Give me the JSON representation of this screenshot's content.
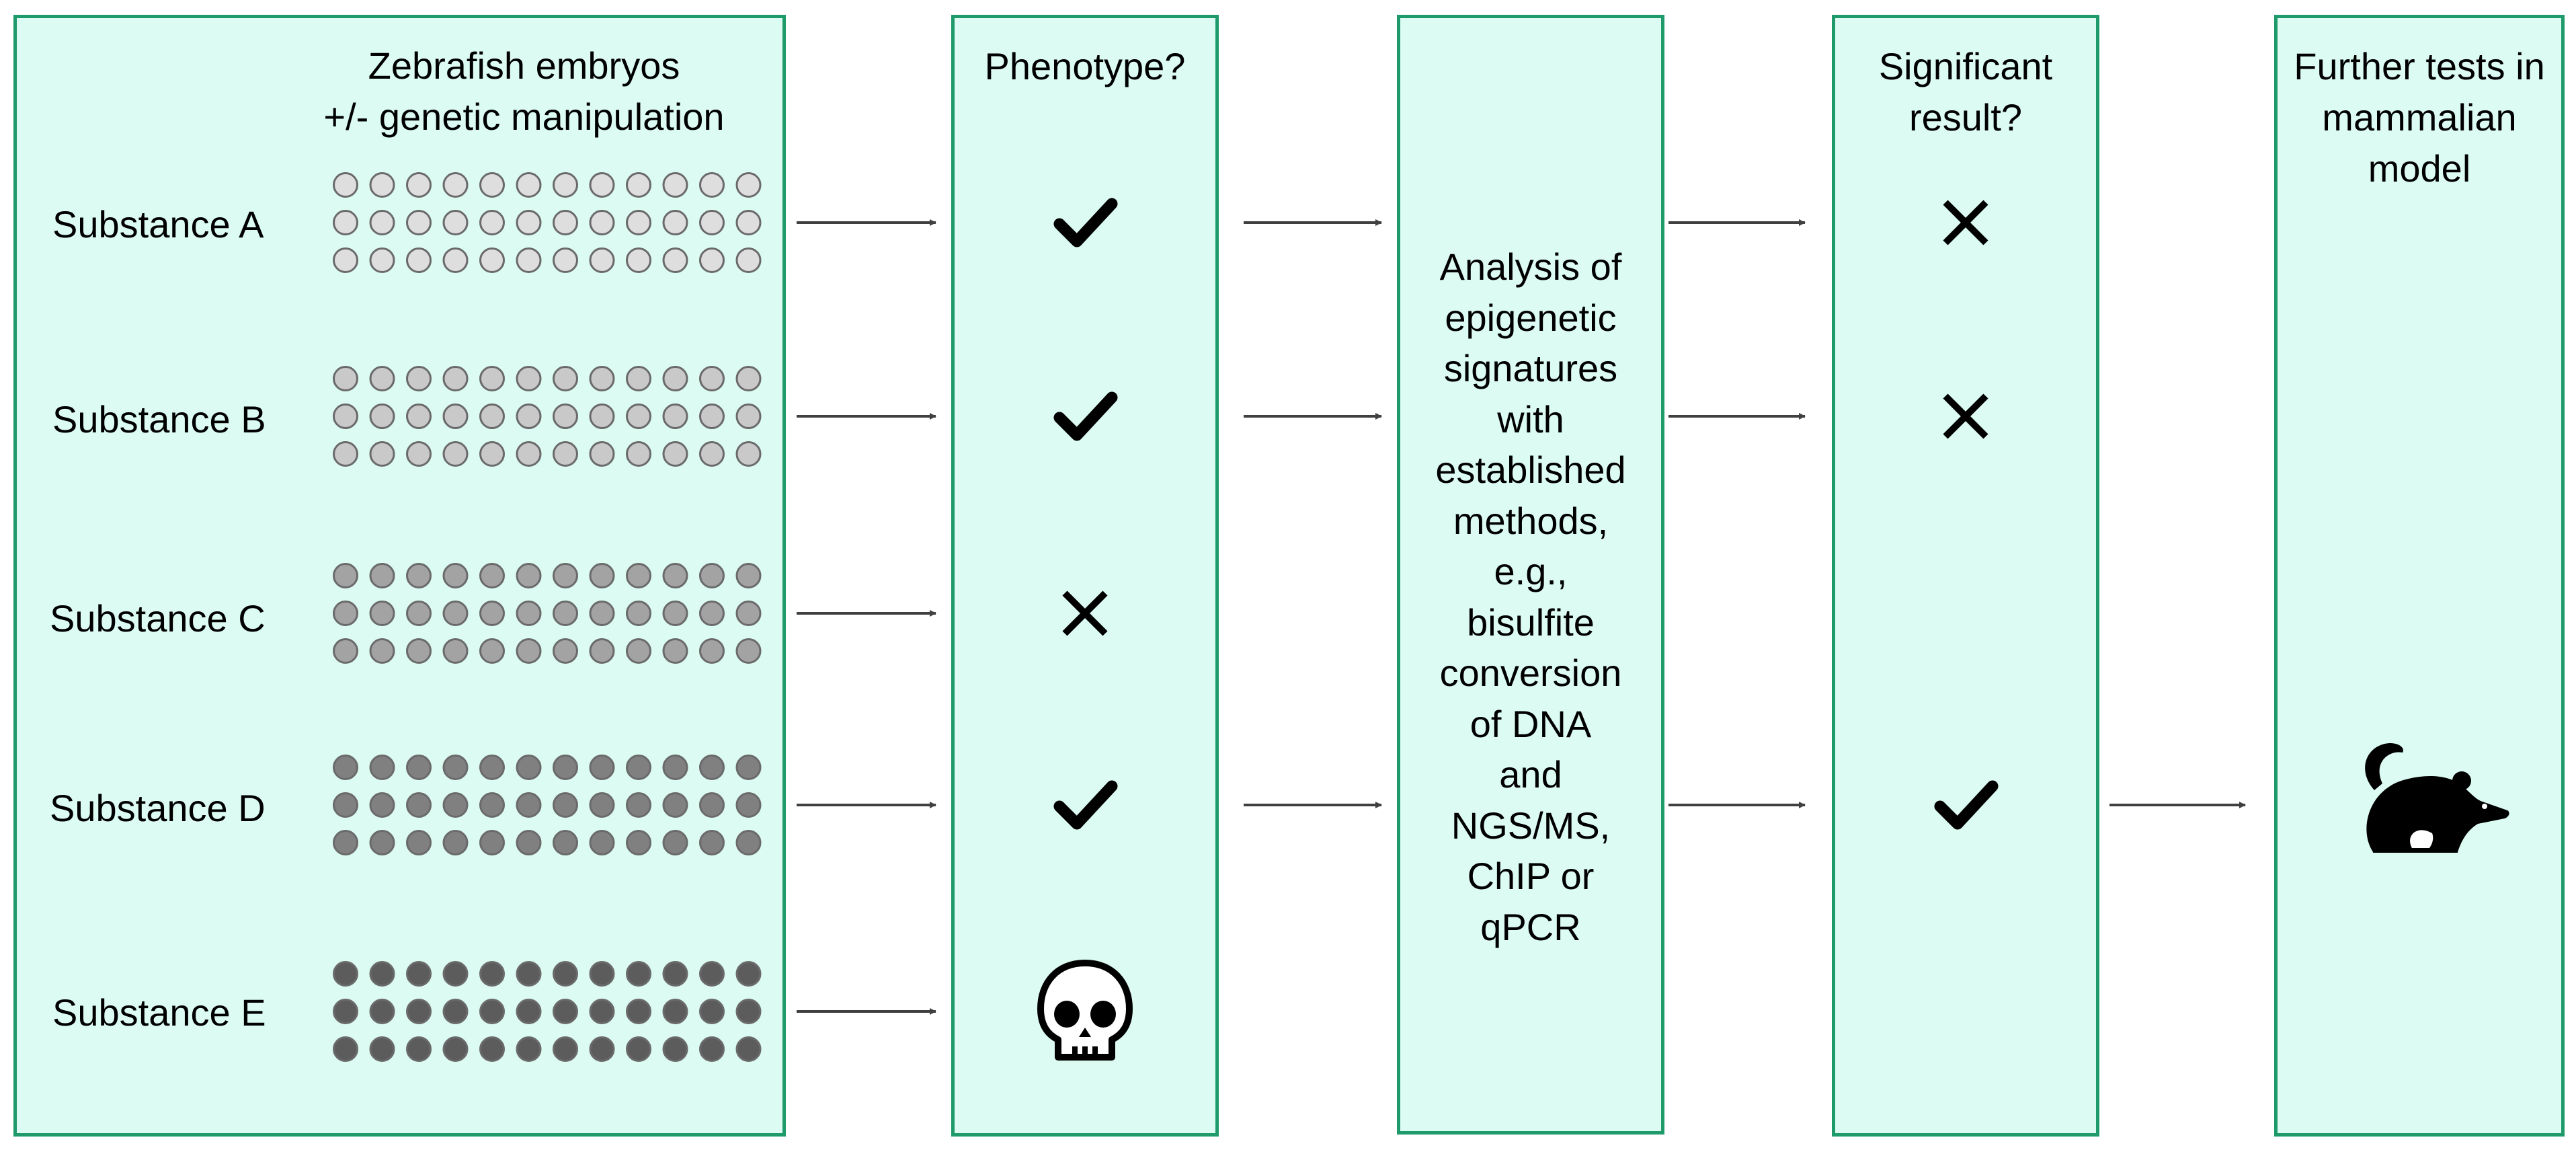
{
  "panels": {
    "embryos": {
      "title": "Zebrafish embryos\n+/- genetic manipulation"
    },
    "phenotype": {
      "title": "Phenotype?"
    },
    "analysis": {
      "text": "Analysis of\nepigenetic\nsignatures\nwith\nestablished\nmethods,\ne.g.,\nbisulfite\nconversion\nof DNA\nand\nNGS/MS,\nChIP or\nqPCR"
    },
    "significant": {
      "title": "Significant\nresult?"
    },
    "further": {
      "title": "Further tests in\nmammalian\nmodel"
    }
  },
  "substances": [
    {
      "label": "Substance A",
      "dot_color": "#dedede",
      "phenotype": "check",
      "significant": "cross"
    },
    {
      "label": "Substance B",
      "dot_color": "#c9c9c9",
      "phenotype": "check",
      "significant": "cross"
    },
    {
      "label": "Substance C",
      "dot_color": "#a3a3a3",
      "phenotype": "cross",
      "significant": null
    },
    {
      "label": "Substance D",
      "dot_color": "#808080",
      "phenotype": "check",
      "significant": "check"
    },
    {
      "label": "Substance E",
      "dot_color": "#5c5c5c",
      "phenotype": "skull-icon",
      "significant": null
    }
  ],
  "colors": {
    "panel_fill": "#dcfbf2",
    "panel_border": "#1f9a6a",
    "arrow": "#404040",
    "dot_stroke": "#6a6a6a"
  },
  "embryo_grid": {
    "rows": 3,
    "cols": 12
  },
  "icons": {
    "mouse": "mouse-icon",
    "skull": "skull-icon",
    "check": "check-icon",
    "cross": "cross-icon"
  }
}
